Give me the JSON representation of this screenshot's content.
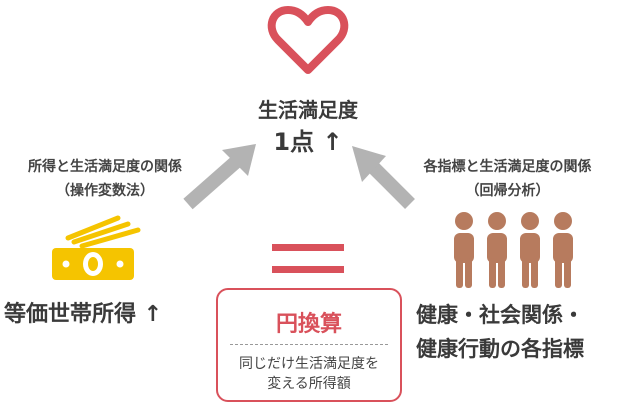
{
  "center": {
    "title": "生活満足度",
    "value": "1点 ↑"
  },
  "left_relation": {
    "line1": "所得と生活満足度の関係",
    "line2": "（操作変数法）"
  },
  "right_relation": {
    "line1": "各指標と生活満足度の関係",
    "line2": "（回帰分析）"
  },
  "left_label": "等価世帯所得 ↑",
  "right_label": {
    "line1": "健康・社会関係・",
    "line2": "健康行動の各指標"
  },
  "box": {
    "title": "円換算",
    "line1": "同じだけ生活満足度を",
    "line2": "変える所得額"
  },
  "colors": {
    "heart": "#d9515b",
    "equals": "#d9515b",
    "arrows": "#b3b3b3",
    "money": "#f5c400",
    "people": "#b77b5e"
  },
  "icons": [
    "heart-icon",
    "money-icon",
    "people-icon",
    "equals-icon",
    "arrow-icon"
  ]
}
